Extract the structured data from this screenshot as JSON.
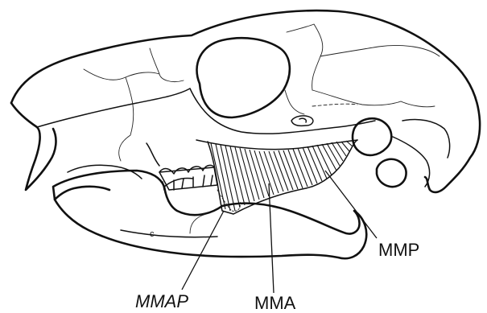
{
  "labels": {
    "mmp": "MMP",
    "mmap": "MMAP",
    "mma": "MMA",
    "c": "c"
  }
}
